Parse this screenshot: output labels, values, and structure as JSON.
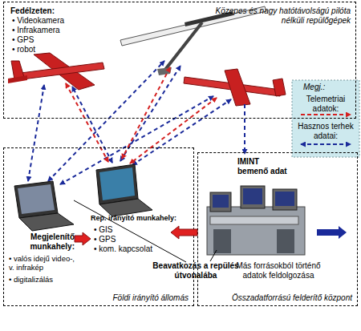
{
  "diagram": {
    "nodes": [
      {
        "text": [
          "Közepes és nagy hatótávolságú pilóta nélküli repülőgépek",
          "Fedélzeten:",
          "• Videokamera",
          "• Infrakamera",
          "• GPS",
          "• robot"
        ]
      },
      {
        "text": [
          "Földi irányító állomás"
        ]
      },
      {
        "text": [
          "Megjelenítő munkahely:",
          "• valós idejű video-, v. infrakép",
          "• digitalizálás"
        ],
        "in": 1
      },
      {
        "text": [
          "Rep. irányító munkahely:",
          "• GIS",
          "• GPS",
          "• kom. kapcsolat"
        ],
        "in": 1
      },
      {
        "text": [
          "Összadatforrású felderítő központ"
        ]
      },
      {
        "text": [
          "Más forrásokból történő adatok feldolgozása"
        ],
        "in": 4
      }
    ],
    "edges": [
      {
        "from": 2,
        "to": 3,
        "arrow": "to"
      },
      {
        "from": 4,
        "to": 3,
        "arrow": "to"
      }
    ],
    "labels": [
      "Megj.:",
      "IMINT bemenő adat",
      "Beavatkozás a repülés útvonalába"
    ],
    "legend": [
      {
        "text": "Telemetriai adatok:"
      },
      {
        "text": "Hasznos terhek adatai:"
      }
    ]
  }
}
